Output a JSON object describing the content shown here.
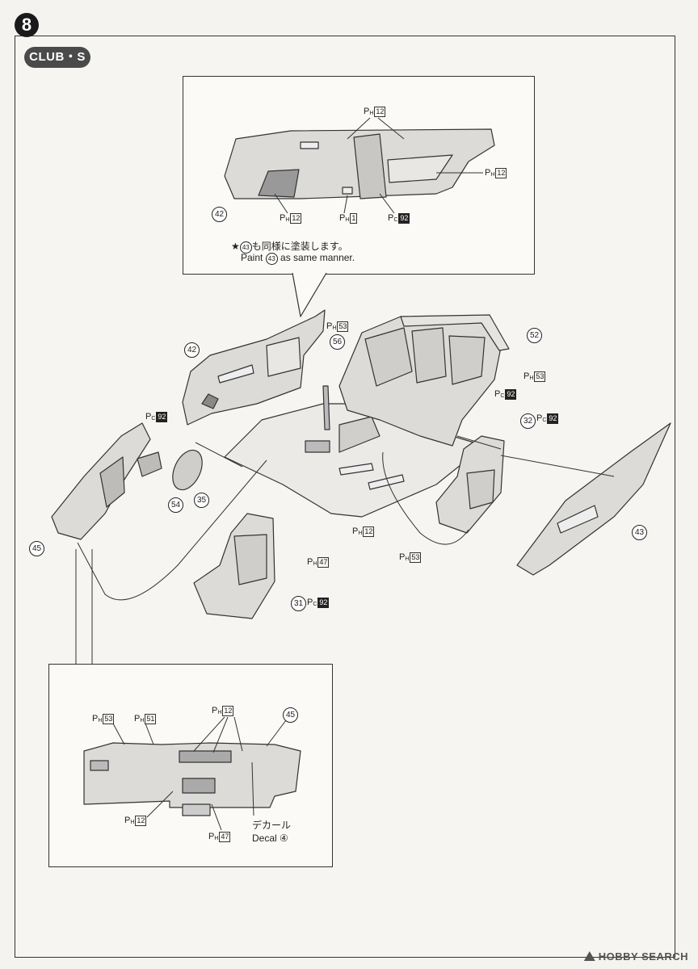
{
  "step": {
    "number": "8"
  },
  "variant_badge": "CLUB・S",
  "door_panel_detail": {
    "paint_callouts": [
      {
        "prefix": "P",
        "sub": "H",
        "num": "12",
        "black": false
      },
      {
        "prefix": "P",
        "sub": "H",
        "num": "12",
        "black": false
      },
      {
        "prefix": "P",
        "sub": "H",
        "num": "12",
        "black": false
      },
      {
        "prefix": "P",
        "sub": "H",
        "num": "1",
        "black": false
      },
      {
        "prefix": "P",
        "sub": "C",
        "num": "92",
        "black": true
      }
    ],
    "part_42": "42",
    "note_ja_prefix": "★",
    "note_ja_part": "43",
    "note_ja_text": "も同様に塗装します。",
    "note_en_prefix": "Paint",
    "note_en_part": "43",
    "note_en_text": "as same manner."
  },
  "main_assembly": {
    "parts": {
      "door_left": "42",
      "door_right": "43",
      "dashboard": "45",
      "shift_lever": "56",
      "rear_seat": "52",
      "front_seat_right": "32",
      "front_seat_left": "31",
      "steering_wheel": "35",
      "steering_column": "54"
    },
    "paint_callouts": [
      {
        "id": "shift",
        "prefix": "P",
        "sub": "H",
        "num": "53",
        "black": false
      },
      {
        "id": "rear_seat",
        "prefix": "P",
        "sub": "H",
        "num": "53",
        "black": false
      },
      {
        "id": "rear_seat_c",
        "prefix": "P",
        "sub": "C",
        "num": "92",
        "black": true
      },
      {
        "id": "front_r",
        "prefix": "P",
        "sub": "C",
        "num": "92",
        "black": true
      },
      {
        "id": "steer",
        "prefix": "P",
        "sub": "C",
        "num": "92",
        "black": true
      },
      {
        "id": "floor_12",
        "prefix": "P",
        "sub": "H",
        "num": "12",
        "black": false
      },
      {
        "id": "floor_53",
        "prefix": "P",
        "sub": "H",
        "num": "53",
        "black": false
      },
      {
        "id": "floor_47",
        "prefix": "P",
        "sub": "H",
        "num": "47",
        "black": false
      },
      {
        "id": "front_l",
        "prefix": "P",
        "sub": "C",
        "num": "92",
        "black": true
      }
    ]
  },
  "dashboard_detail": {
    "part_45": "45",
    "paint_callouts": [
      {
        "prefix": "P",
        "sub": "H",
        "num": "53",
        "black": false
      },
      {
        "prefix": "P",
        "sub": "H",
        "num": "51",
        "black": false
      },
      {
        "prefix": "P",
        "sub": "H",
        "num": "12",
        "black": false
      },
      {
        "prefix": "P",
        "sub": "H",
        "num": "12",
        "black": false
      },
      {
        "prefix": "P",
        "sub": "H",
        "num": "47",
        "black": false
      }
    ],
    "decal_ja": "デカール",
    "decal_en": "Decal",
    "decal_num": "④"
  },
  "watermark": "HOBBY SEARCH",
  "colors": {
    "ink": "#222222",
    "panel_fill": "#fbfaf7",
    "part_gray": "#d8d7d3",
    "badge": "#4a4a4a"
  }
}
